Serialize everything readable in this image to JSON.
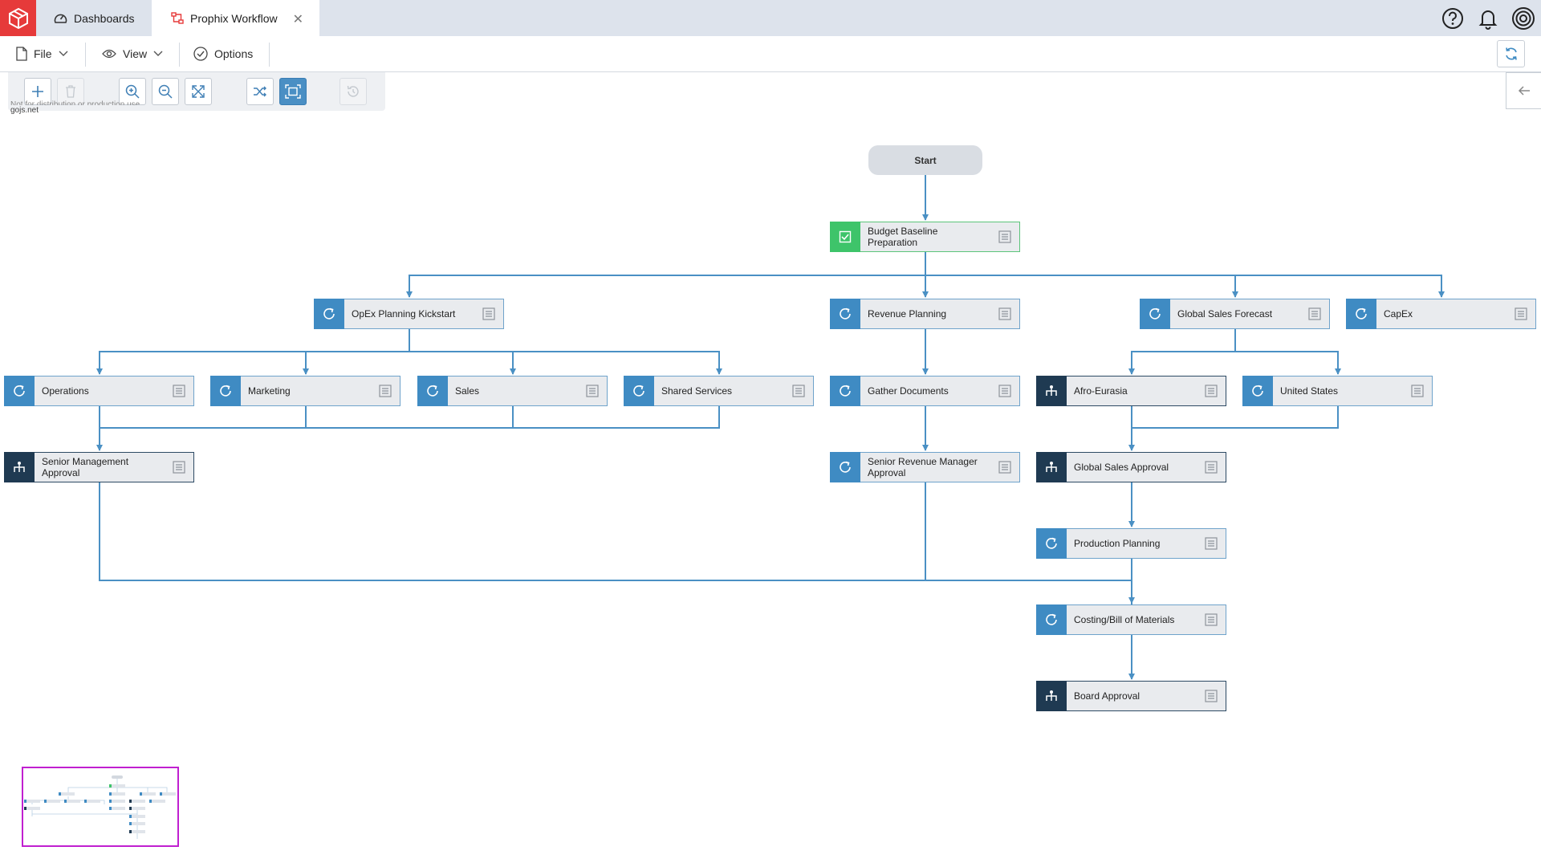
{
  "tabs": [
    {
      "label": "Dashboards",
      "icon": "dashboard-icon"
    },
    {
      "label": "Prophix Workflow",
      "icon": "workflow-icon",
      "active": true
    }
  ],
  "top_icons": [
    "help-icon",
    "bell-icon",
    "user-profile-icon"
  ],
  "menu": {
    "file": "File",
    "view": "View",
    "options": "Options"
  },
  "toolbar": {
    "buttons": [
      "add-icon",
      "delete-icon",
      "zoom-in-icon",
      "zoom-out-icon",
      "fit-icon",
      "shuffle-layout-icon",
      "fit-screen-icon",
      "history-icon"
    ]
  },
  "watermark": {
    "line1": "Not for distribution or production use",
    "line2": "gojs.net"
  },
  "diagram": {
    "start": "Start",
    "nodes": {
      "budget": "Budget Baseline Preparation",
      "opex": "OpEx Planning Kickstart",
      "revenue": "Revenue Planning",
      "globalsales": "Global Sales Forecast",
      "capex": "CapEx",
      "operations": "Operations",
      "marketing": "Marketing",
      "sales": "Sales",
      "shared": "Shared Services",
      "gather": "Gather Documents",
      "afro": "Afro-Eurasia",
      "us": "United States",
      "seniormgmt": "Senior Management Approval",
      "seniorrev": "Senior Revenue Manager Approval",
      "globalapproval": "Global Sales Approval",
      "production": "Production Planning",
      "costing": "Costing/Bill of Materials",
      "board": "Board Approval"
    }
  },
  "colors": {
    "brand": "#e63a3a",
    "task": "#3f8bc3",
    "approval": "#1f3a52",
    "completed": "#3ec46a",
    "link": "#4a90c4",
    "overview_frame": "#c020d0"
  }
}
